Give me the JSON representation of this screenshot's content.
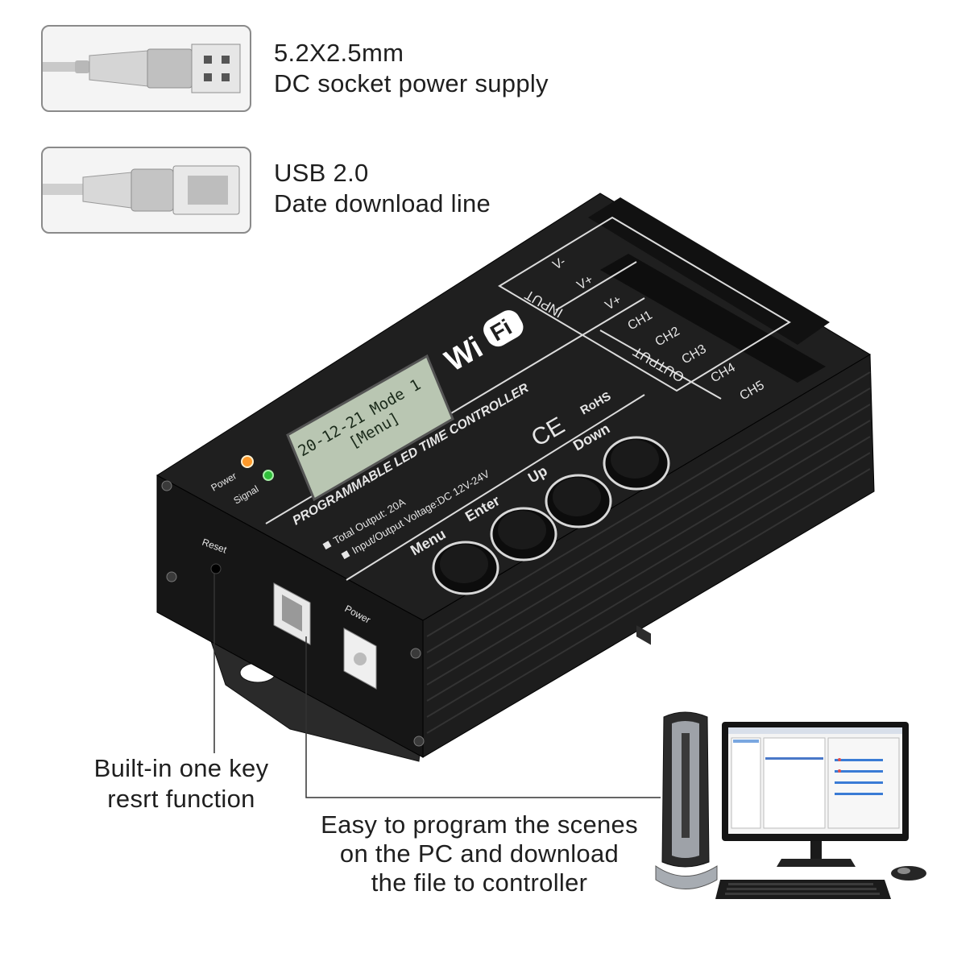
{
  "dc_power": {
    "line1": "5.2X2.5mm",
    "line2": "DC socket power supply"
  },
  "usb": {
    "line1": "USB 2.0",
    "line2": "Date download line"
  },
  "reset_caption": {
    "line1": "Built-in one key",
    "line2": "resrt function"
  },
  "pc_caption": {
    "line1": "Easy to program the scenes",
    "line2": "on the PC and download",
    "line3": "the file to controller"
  },
  "device": {
    "wifi_wi": "Wi",
    "wifi_fi": "Fi",
    "lcd_line1": "20-12-21 Mode 1",
    "lcd_line2": "[Menu]",
    "product_title": "PROGRAMMABLE LED TIME CONTROLLER",
    "spec1": "Total Output: 20A",
    "spec2": "Input/Output Voltage:DC 12V-24V",
    "ce": "CE",
    "rohs": "RoHS",
    "led_power_label": "Power",
    "led_signal_label": "Signal",
    "reset_label": "Reset",
    "power_port_label": "Power",
    "buttons": {
      "menu": "Menu",
      "enter": "Enter",
      "up": "Up",
      "down": "Down"
    },
    "input_block": {
      "title": "INPUT",
      "vminus": "V-",
      "vplus": "V+"
    },
    "output_block": {
      "title": "OUTPUT",
      "vplus": "V+",
      "ch1": "CH1",
      "ch2": "CH2",
      "ch3": "CH3",
      "ch4": "CH4",
      "ch5": "CH5"
    }
  },
  "colors": {
    "body": "#1c1c1c",
    "lcd": "#b9c6b2",
    "power_led": "#ff9a2a",
    "signal_led": "#2fbf3a"
  }
}
